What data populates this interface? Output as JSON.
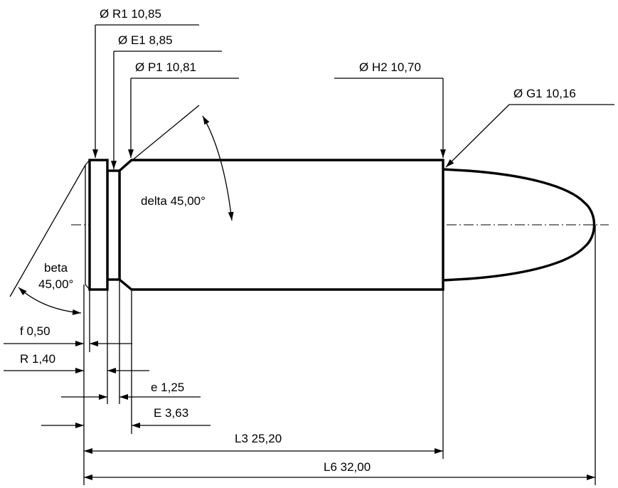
{
  "dimensions": {
    "R1": "Ø R1  10,85",
    "E1": "Ø E1  8,85",
    "P1": "Ø P1  10,81",
    "H2": "Ø H2  10,70",
    "G1": "Ø G1  10,16",
    "delta": "delta  45,00°",
    "beta_name": "beta",
    "beta_value": "45,00°",
    "f": "f  0,50",
    "R": "R  1,40",
    "e": "e  1,25",
    "E": "E  3,63",
    "L3": "L3  25,20",
    "L6": "L6  32,00"
  }
}
